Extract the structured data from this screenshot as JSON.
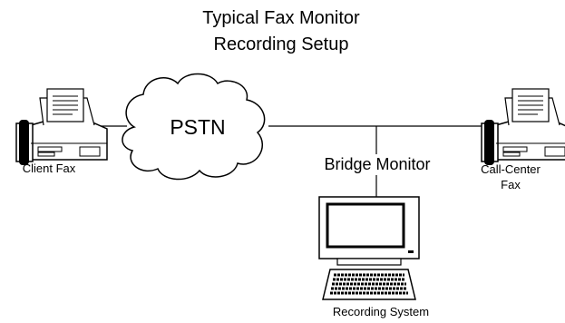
{
  "title": {
    "line1": "Typical Fax Monitor",
    "line2": "Recording Setup"
  },
  "nodes": {
    "client_fax": "Client Fax",
    "pstn": "PSTN",
    "bridge_monitor": "Bridge Monitor",
    "call_center_fax_line1": "Call-Center",
    "call_center_fax_line2": "Fax",
    "recording_system": "Recording System"
  },
  "icons": [
    "fax-machine-icon",
    "cloud-icon",
    "computer-monitor-icon",
    "keyboard-icon"
  ]
}
